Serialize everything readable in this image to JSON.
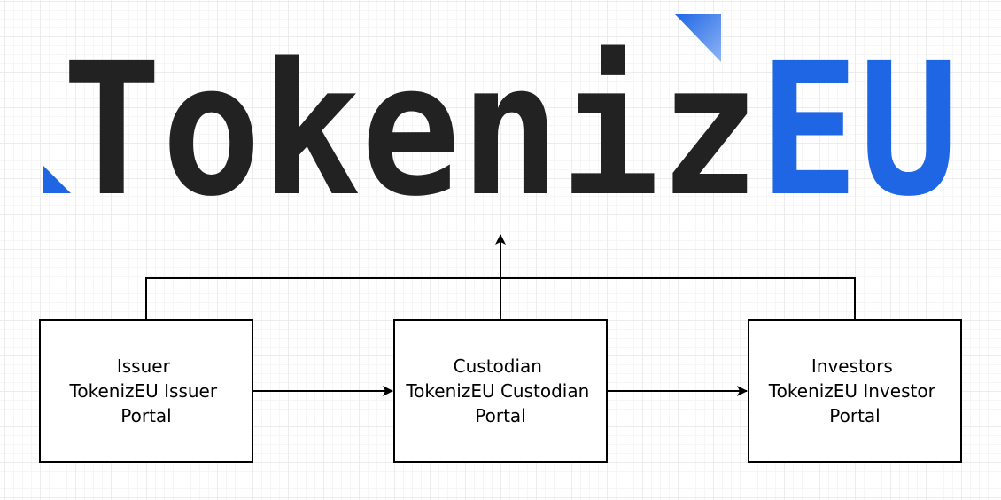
{
  "logo": {
    "text_main": "Tokeniz",
    "text_accent": "EU",
    "colors": {
      "dark": "#222222",
      "accent": "#1f66e5",
      "accent_light": "#8fb4f5"
    }
  },
  "nodes": [
    {
      "id": "issuer",
      "lines": [
        "Issuer",
        "TokenizEU Issuer",
        "Portal"
      ]
    },
    {
      "id": "custodian",
      "lines": [
        "Custodian",
        "TokenizEU Custodian",
        "Portal"
      ]
    },
    {
      "id": "investors",
      "lines": [
        "Investors",
        "TokenizEU Investor",
        "Portal"
      ]
    }
  ],
  "edges": [
    {
      "from": "issuer",
      "to": "custodian"
    },
    {
      "from": "custodian",
      "to": "investors"
    },
    {
      "from": "issuer",
      "to": "logo"
    },
    {
      "from": "custodian",
      "to": "logo"
    },
    {
      "from": "investors",
      "to": "logo"
    }
  ]
}
